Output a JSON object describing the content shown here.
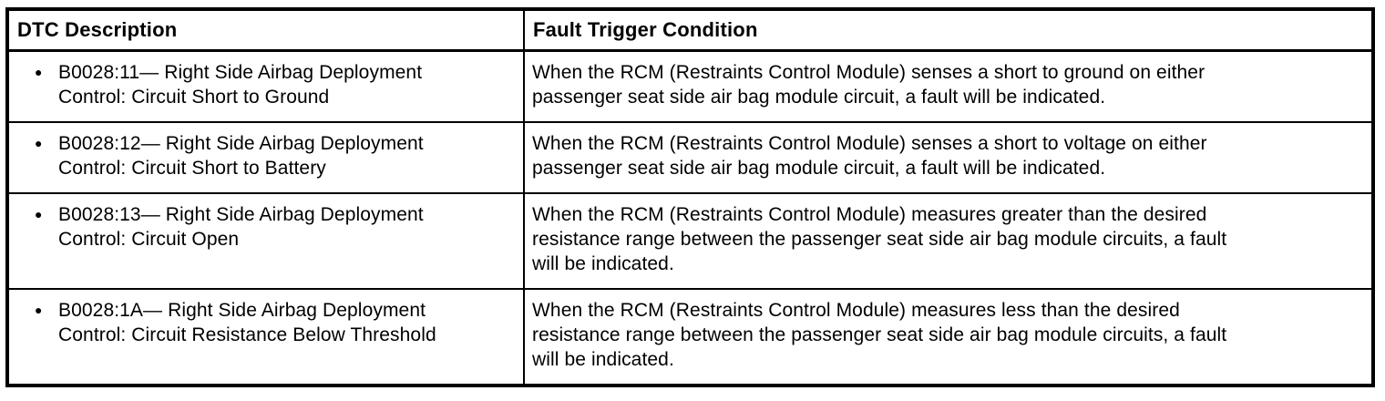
{
  "table": {
    "bullet_glyph": "●",
    "text_color": "#000000",
    "border_color": "#000000",
    "background_color": "#ffffff",
    "columns": [
      {
        "label": "DTC Description"
      },
      {
        "label": "Fault Trigger Condition"
      }
    ],
    "rows": [
      {
        "dtc": "B0028:11— Right Side Airbag Deployment\nControl: Circuit Short to Ground",
        "condition": "When the RCM (Restraints Control Module) senses a short to ground on either\npassenger seat side air bag module circuit, a fault will be indicated."
      },
      {
        "dtc": "B0028:12— Right Side Airbag Deployment\nControl: Circuit Short to Battery",
        "condition": "When the RCM (Restraints Control Module) senses a short to voltage on either\npassenger seat side air bag module circuit, a fault will be indicated."
      },
      {
        "dtc": "B0028:13— Right Side Airbag Deployment\nControl: Circuit Open",
        "condition": "When the RCM (Restraints Control Module) measures greater than the desired\nresistance range between the passenger seat side air bag module circuits, a fault\nwill be indicated."
      },
      {
        "dtc": "B0028:1A— Right Side Airbag Deployment\nControl: Circuit Resistance Below Threshold",
        "condition": "When the RCM (Restraints Control Module) measures less than the desired\nresistance range between the passenger seat side air bag module circuits, a fault\nwill be indicated."
      }
    ]
  }
}
